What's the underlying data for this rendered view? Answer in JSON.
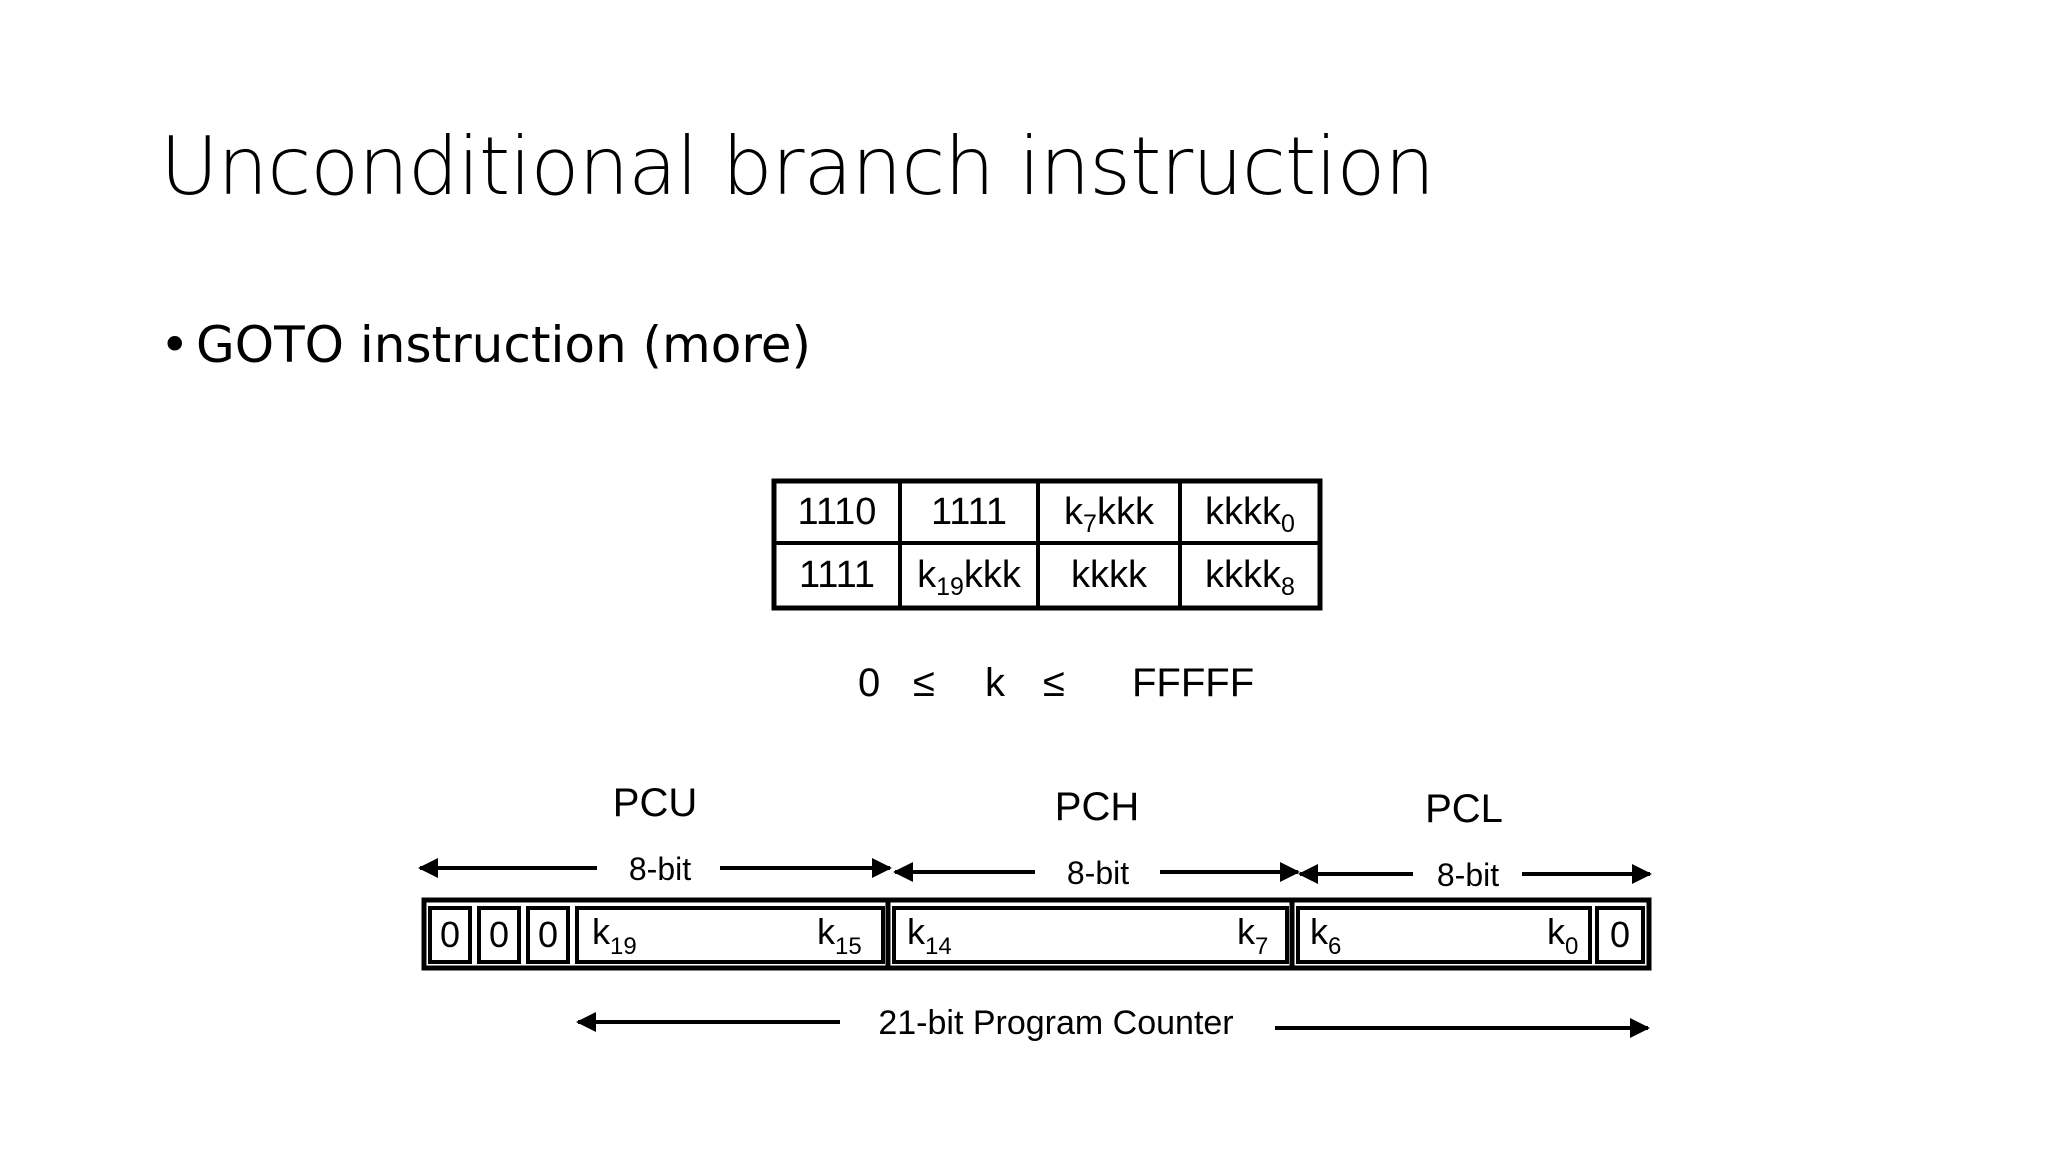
{
  "title": "Unconditional branch instruction",
  "bullet": {
    "marker": "•",
    "text": "GOTO instruction (more)"
  },
  "encoding": {
    "row1": [
      {
        "main": "1110",
        "sub": ""
      },
      {
        "main": "1111",
        "sub": ""
      },
      {
        "main": "k",
        "sub": "7",
        "tail": "kkk"
      },
      {
        "main": "kkkk",
        "sub": "0",
        "tail": ""
      }
    ],
    "row2": [
      {
        "main": "1111",
        "sub": ""
      },
      {
        "main": "k",
        "sub": "19",
        "tail": "kkk"
      },
      {
        "main": "kkkk",
        "sub": "",
        "tail": ""
      },
      {
        "main": "kkkk",
        "sub": "8",
        "tail": ""
      }
    ]
  },
  "range": {
    "low": "0",
    "op1": "≤",
    "var": "k",
    "op2": "≤",
    "high": "FFFFF"
  },
  "registers": {
    "pcu": {
      "name": "PCU",
      "width": "8-bit"
    },
    "pch": {
      "name": "PCH",
      "width": "8-bit"
    },
    "pcl": {
      "name": "PCL",
      "width": "8-bit"
    }
  },
  "pc_bits": {
    "zero1": "0",
    "zero2": "0",
    "zero3": "0",
    "k19": {
      "main": "k",
      "sub": "19"
    },
    "k15": {
      "main": "k",
      "sub": "15"
    },
    "k14": {
      "main": "k",
      "sub": "14"
    },
    "k7": {
      "main": "k",
      "sub": "7"
    },
    "k6": {
      "main": "k",
      "sub": "6"
    },
    "k0": {
      "main": "k",
      "sub": "0"
    },
    "zero_lsb": "0"
  },
  "program_counter_label": "21-bit Program Counter"
}
